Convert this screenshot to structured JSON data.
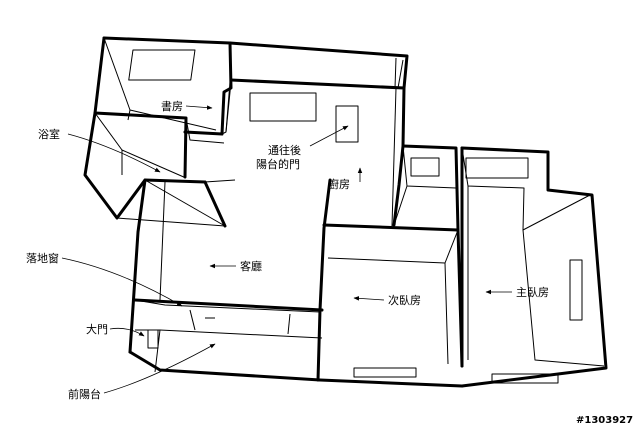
{
  "labels": {
    "study": "書房",
    "bath": "浴室",
    "balcony_door_line1": "通往後",
    "balcony_door_line2": "陽台的門",
    "kitchen": "廚房",
    "window": "落地窗",
    "living": "客廳",
    "second_bedroom": "次臥房",
    "master_bedroom": "主臥房",
    "entrance": "大門",
    "front_balcony": "前陽台"
  },
  "watermark": "#1303927"
}
